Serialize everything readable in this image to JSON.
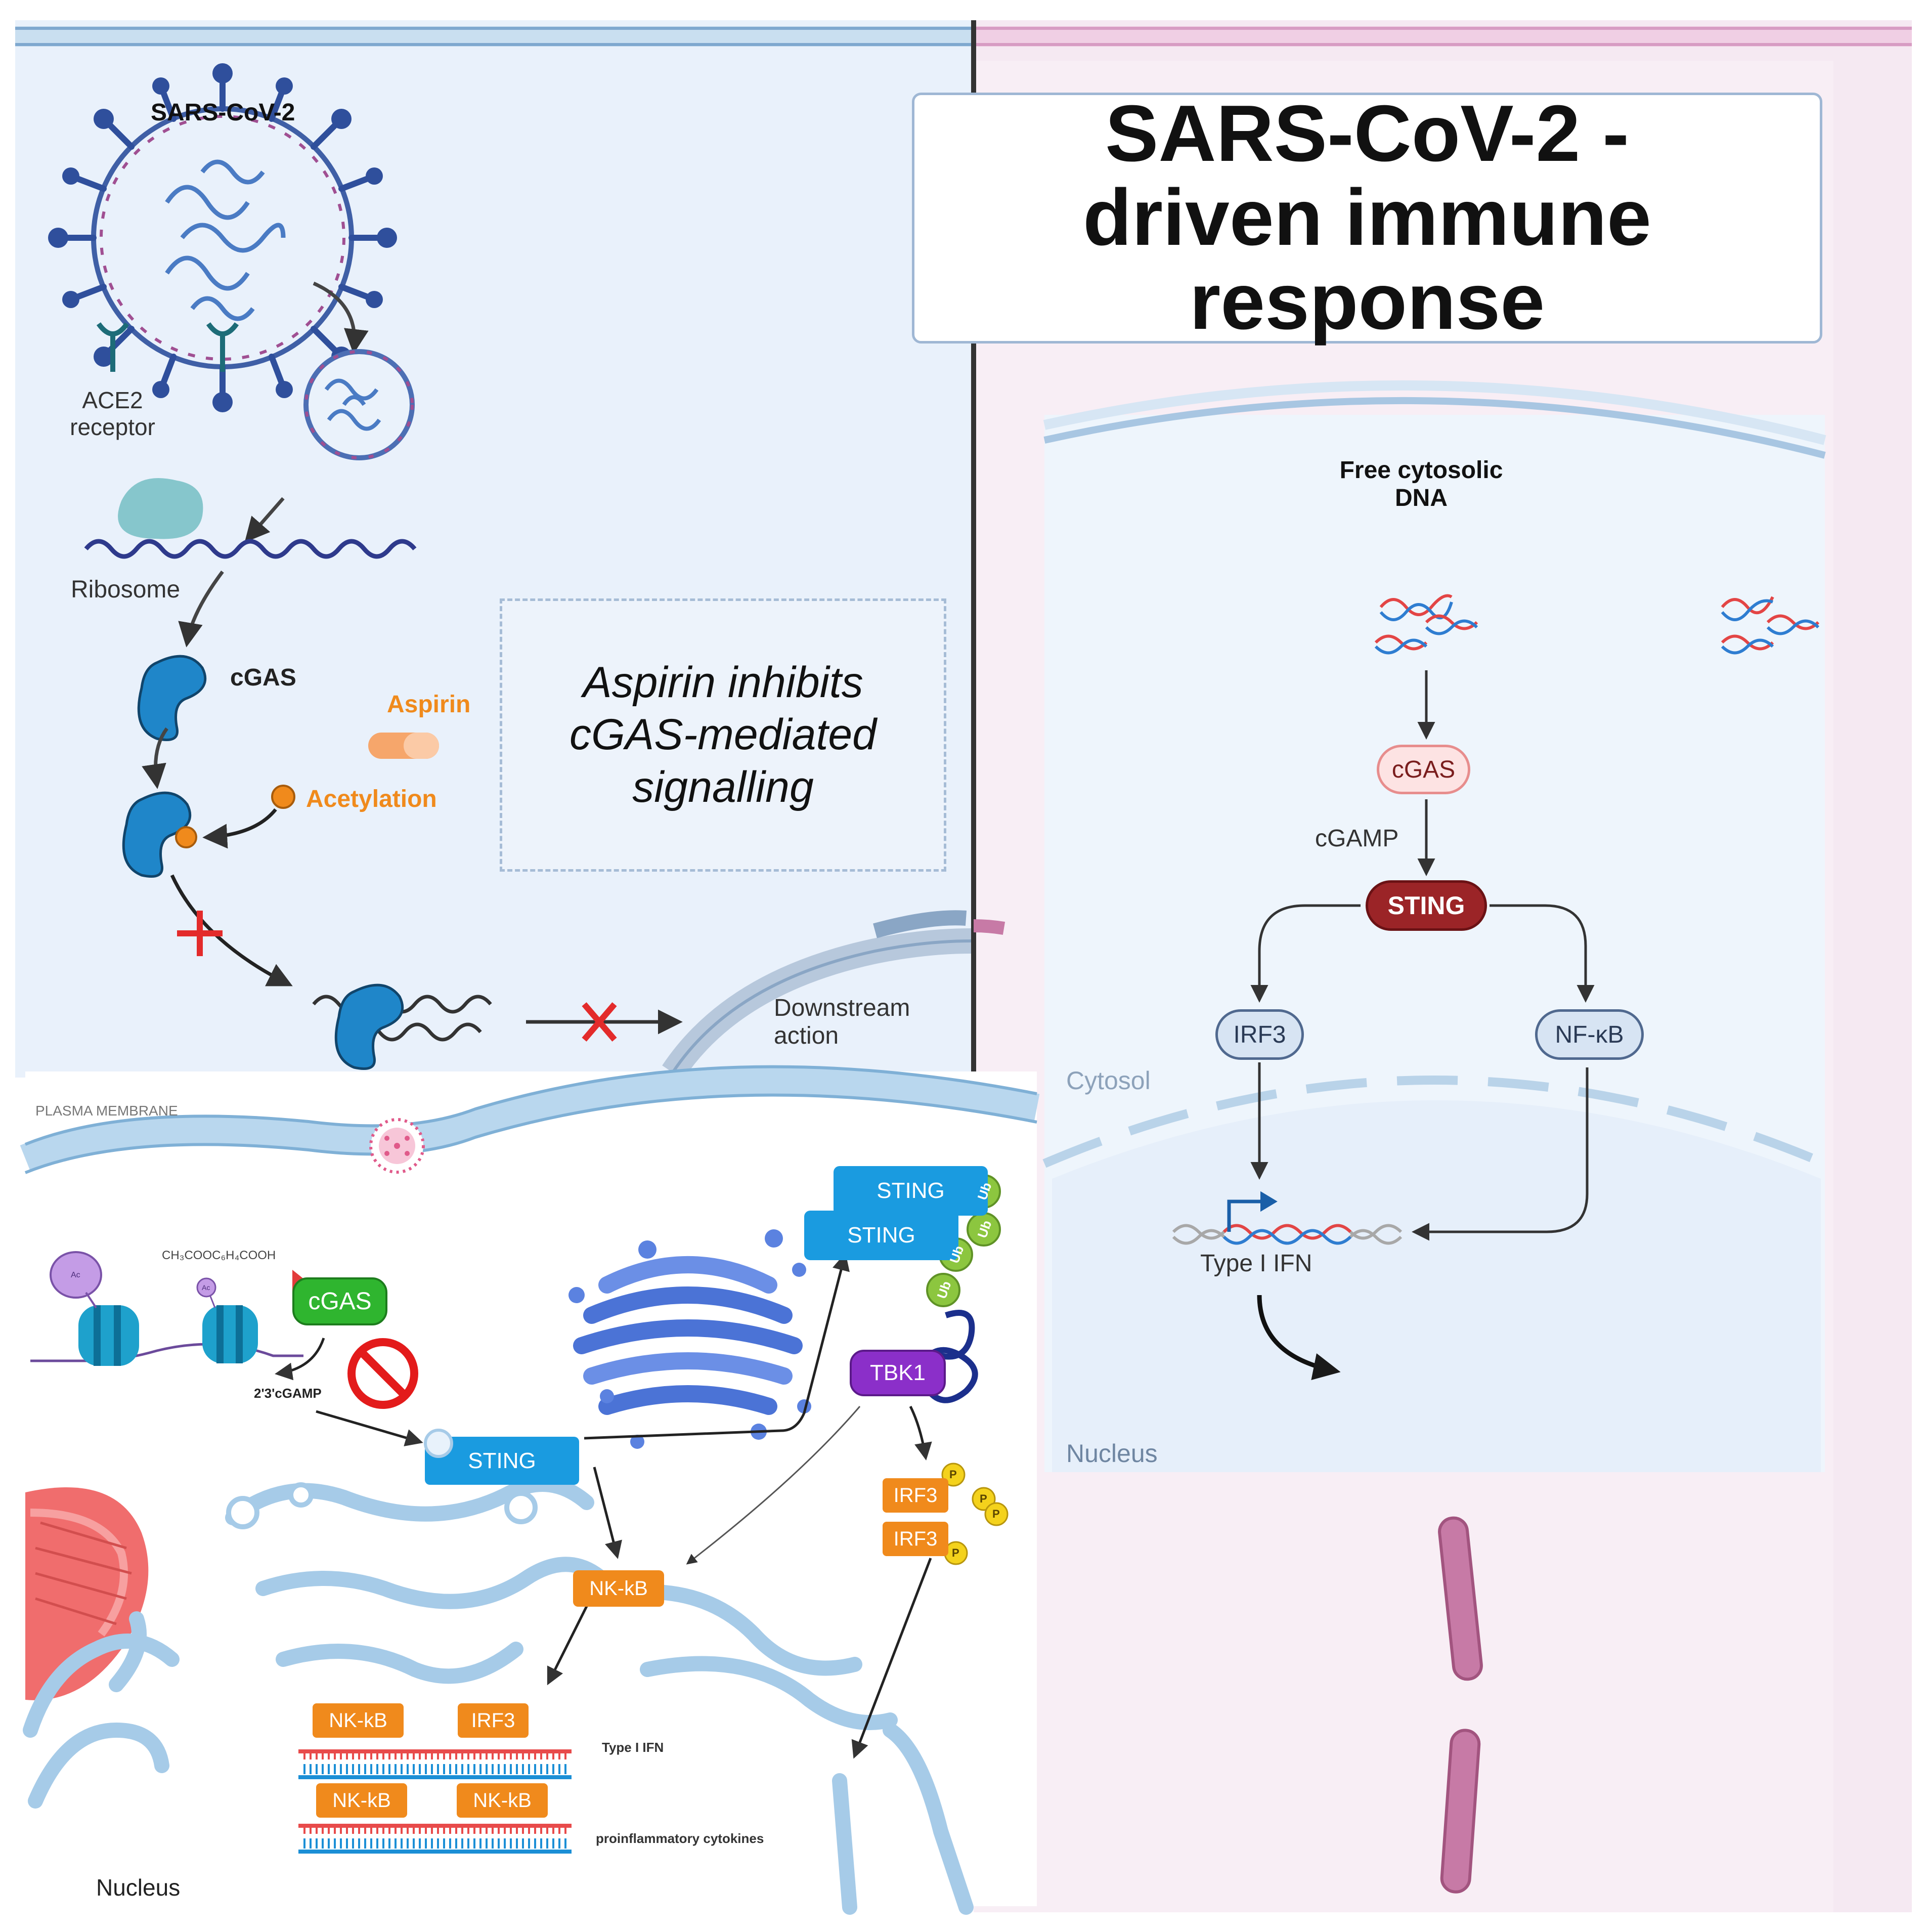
{
  "title": "SARS-CoV-2 -driven immune response",
  "aspirin_note": "Aspirin inhibits cGAS-mediated signalling",
  "top_left_panel": {
    "virus_label": "SARS-CoV-2",
    "ace2_label": "ACE2 receptor",
    "ribosome_label": "Ribosome",
    "cgas_label": "cGAS",
    "aspirin_label": "Aspirin",
    "acetylation_label": "Acetylation",
    "downstream_label": "Downstream action"
  },
  "right_panel": {
    "dna_label": "Free cytosolic DNA",
    "cgas": "cGAS",
    "cgamp": "cGAMP",
    "sting": "STING",
    "irf3": "IRF3",
    "nfkb": "NF-κB",
    "cytosol": "Cytosol",
    "gene_label": "Type I IFN",
    "nucleus": "Nucleus"
  },
  "bottom_panel": {
    "membrane_label": "PLASMA MEMBRANE",
    "compound_label": "CH₃COOC₆H₄COOH",
    "cgas": "cGAS",
    "ac": "Ac",
    "cgamp": "2'3'cGAMP",
    "sting": "STING",
    "sting_top_1": "STING",
    "sting_top_2": "STING",
    "ub": "Ub",
    "tbk1": "TBK1",
    "irf3_1": "IRF3",
    "irf3_2": "IRF3",
    "p": "P",
    "nfkb_mid": "NK-kB",
    "row1_left": "NK-kB",
    "row1_right": "IRF3",
    "row2_left": "NK-kB",
    "row2_right": "NK-kB",
    "type1_ifn": "Type I IFN",
    "cytokines": "proinflammatory cytokines",
    "nucleus": "Nucleus"
  },
  "colors": {
    "left_bg": "#e9f1fb",
    "right_bg": "#f5e9f2",
    "sting_dark": "#9b2427",
    "orange": "#f08a1c",
    "blue_tag": "#1a9be0",
    "green_tag": "#2fb52f",
    "tbk1": "#8b2fc9",
    "ub": "#8cc63f"
  }
}
